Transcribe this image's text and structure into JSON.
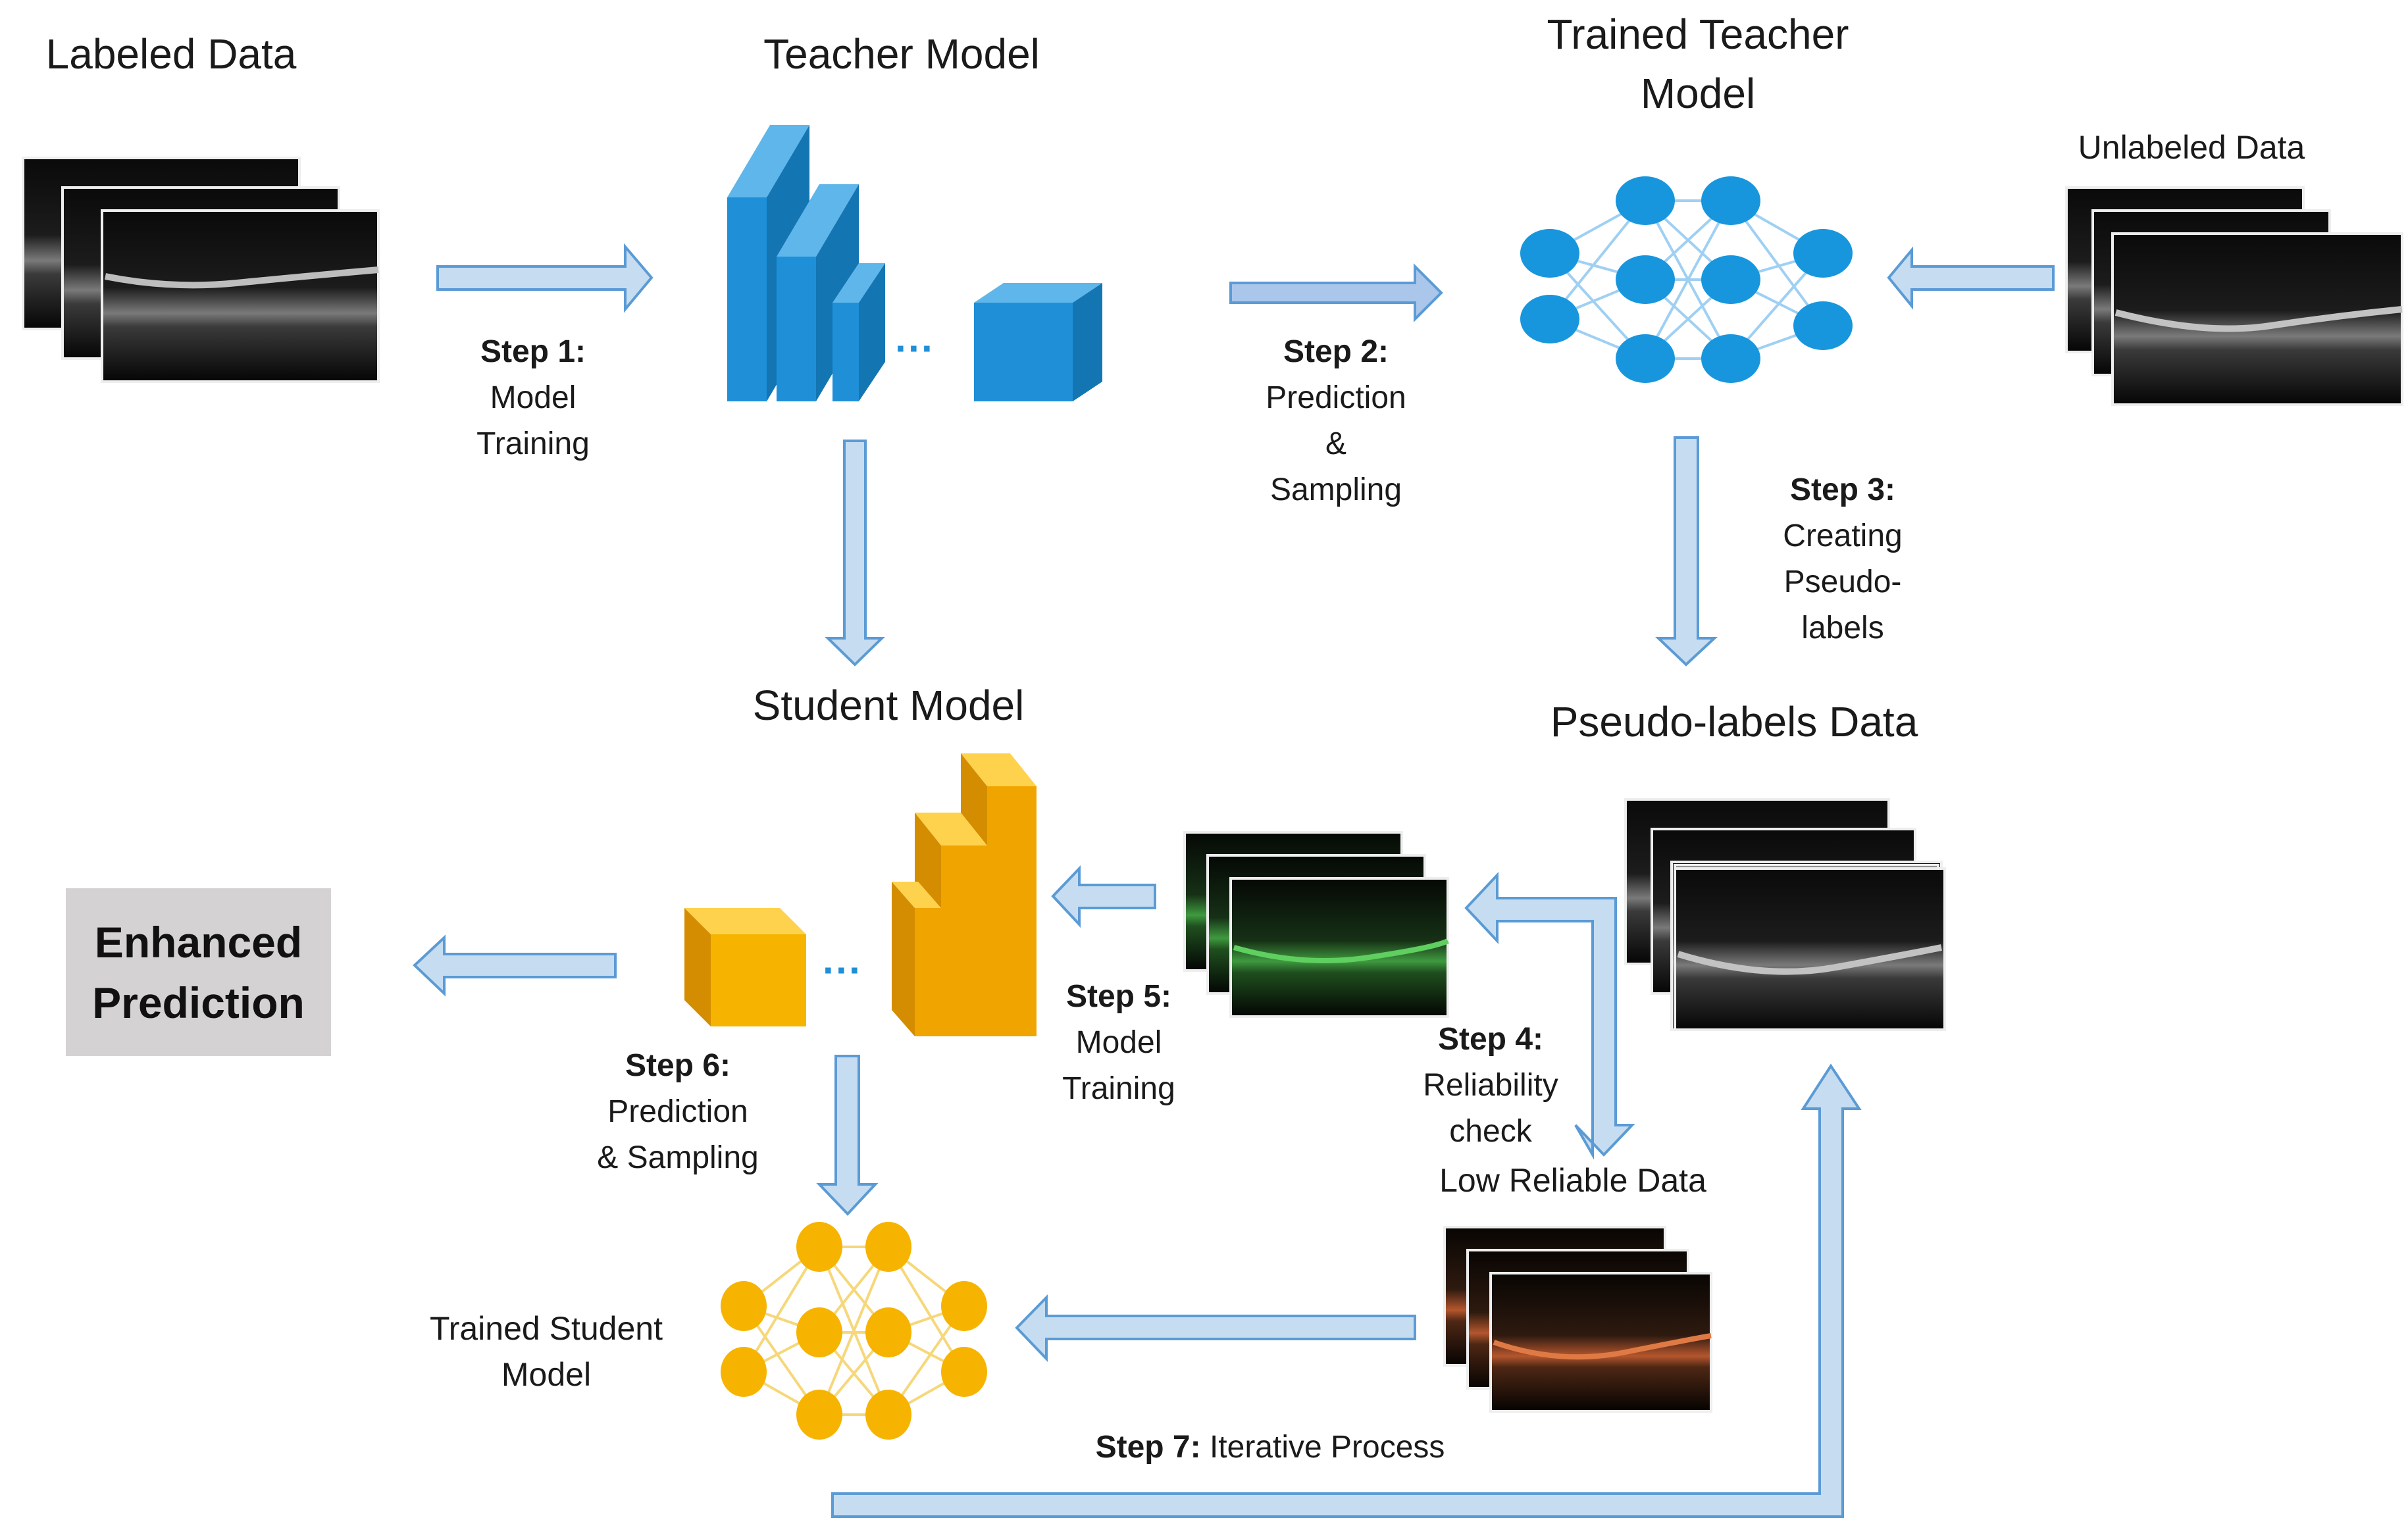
{
  "labels": {
    "labeled_data": "Labeled Data",
    "teacher_model": "Teacher Model",
    "trained_teacher_l1": "Trained Teacher",
    "trained_teacher_l2": "Model",
    "unlabeled_data": "Unlabeled Data",
    "student_model": "Student Model",
    "pseudo_labels_data": "Pseudo-labels Data",
    "enhanced_l1": "Enhanced",
    "enhanced_l2": "Prediction",
    "low_reliable_data": "Low Reliable Data",
    "trained_student_l1": "Trained Student",
    "trained_student_l2": "Model"
  },
  "steps": {
    "s1": {
      "title": "Step 1:",
      "l1": "Model",
      "l2": "Training"
    },
    "s2": {
      "title": "Step 2:",
      "l1": "Prediction",
      "l2": "&",
      "l3": "Sampling"
    },
    "s3": {
      "title": "Step 3:",
      "l1": "Creating",
      "l2": "Pseudo-",
      "l3": "labels"
    },
    "s4": {
      "title": "Step 4:",
      "l1": "Reliability",
      "l2": "check"
    },
    "s5": {
      "title": "Step 5:",
      "l1": "Model",
      "l2": "Training"
    },
    "s6": {
      "title": "Step 6:",
      "l1": "Prediction",
      "l2": "& Sampling"
    },
    "s7": {
      "title": "Step 7:",
      "text": " Iterative Process"
    }
  },
  "colors": {
    "arrow_fill": "#c6ddf1",
    "arrow_stroke": "#5b9bd5",
    "teacher_blue": "#1f8fd8",
    "student_gold": "#f0a400",
    "net_blue_node": "#1796dd",
    "net_gold_node": "#f6b400",
    "enhanced_box": "#d4d2d2"
  },
  "ellipsis": "···"
}
